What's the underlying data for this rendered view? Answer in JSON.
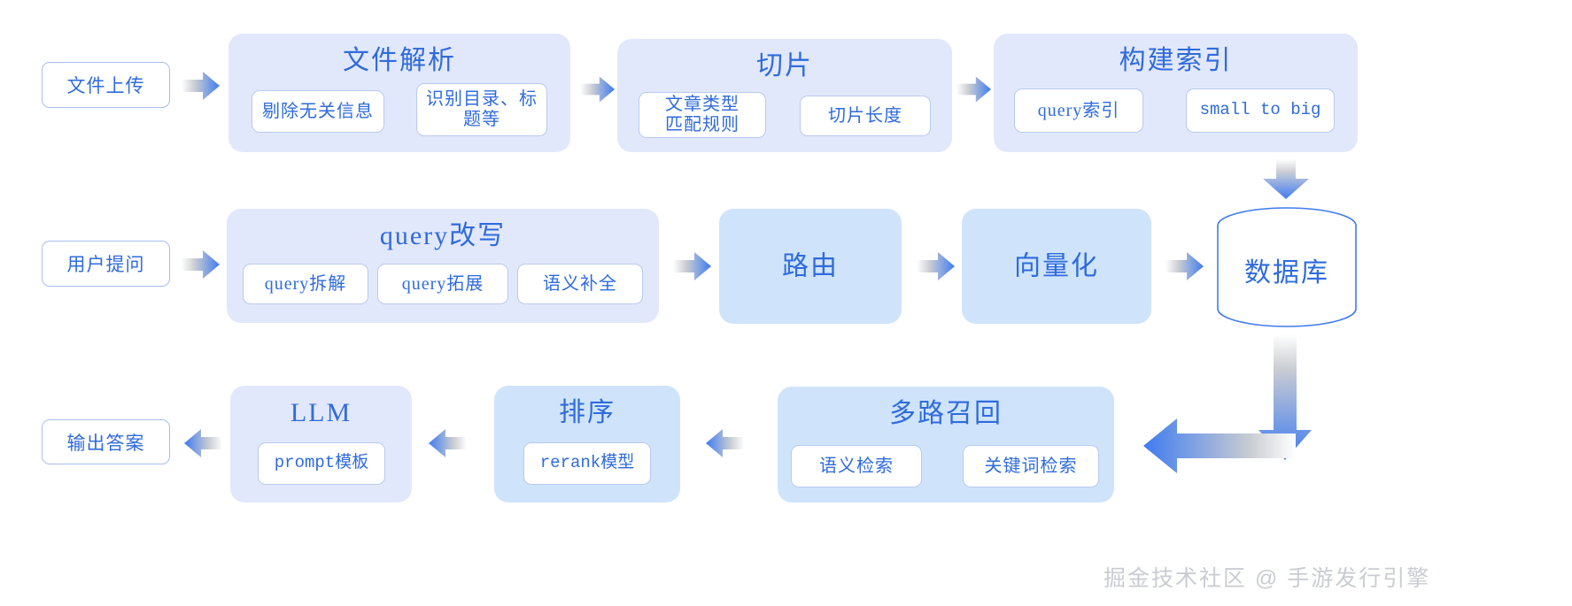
{
  "diagram": {
    "title": "RAG pipeline flowchart",
    "colors": {
      "accent_blue": "#2f6bdd",
      "arrow_blue": "#4a7ff0",
      "stage_lavender": "#e2e8fb",
      "stage_blue": "#cfe4fb",
      "chip_border": "#b9c9ef",
      "pill_border": "#a8bdf0",
      "watermark_gray": "#c9ccd2"
    }
  },
  "row1": {
    "entry": "文件上传",
    "stages": [
      {
        "title": "文件解析",
        "chips": [
          "剔除无关信息",
          "识别目录、标题等"
        ]
      },
      {
        "title": "切片",
        "chips": [
          "文章类型\n匹配规则",
          "切片长度"
        ]
      },
      {
        "title": "构建索引",
        "chips": [
          "query索引",
          "small to big"
        ]
      }
    ]
  },
  "row2": {
    "entry": "用户提问",
    "stages": [
      {
        "title": "query改写",
        "chips": [
          "query拆解",
          "query拓展",
          "语义补全"
        ]
      },
      {
        "title": "路由",
        "chips": []
      },
      {
        "title": "向量化",
        "chips": []
      }
    ],
    "database": "数据库"
  },
  "row3": {
    "exit": "输出答案",
    "stages": [
      {
        "title": "LLM",
        "chips": [
          "prompt模板"
        ]
      },
      {
        "title": "排序",
        "chips": [
          "rerank模型"
        ]
      },
      {
        "title": "多路召回",
        "chips": [
          "语义检索",
          "关键词检索"
        ]
      }
    ]
  },
  "watermark": "掘金技术社区 @ 手游发行引擎"
}
